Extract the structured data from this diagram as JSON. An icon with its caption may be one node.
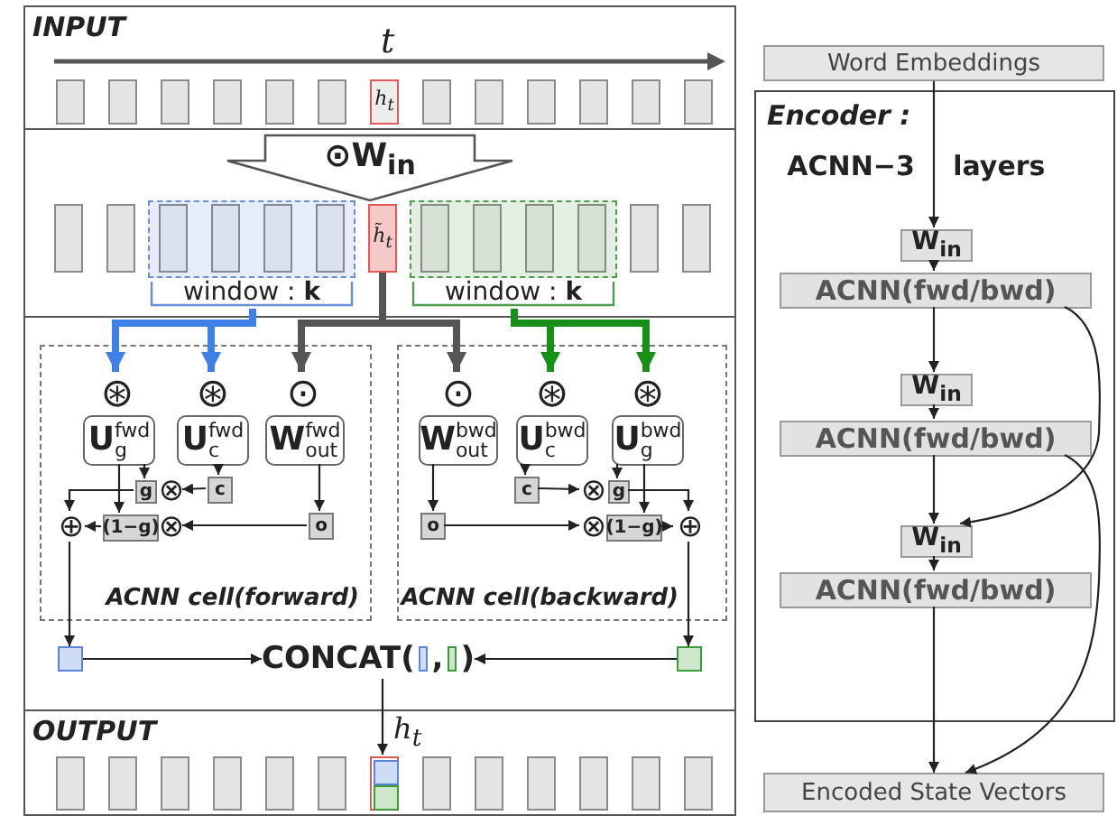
{
  "diagram": {
    "nodes": [
      {
        "text": [
          "INPUT"
        ]
      },
      {
        "text": [],
        "shape": "box",
        "in": 0
      },
      {
        "text": [],
        "shape": "box",
        "in": 0
      },
      {
        "text": [],
        "shape": "box",
        "in": 0
      },
      {
        "text": [],
        "shape": "box",
        "in": 0
      },
      {
        "text": [],
        "shape": "box",
        "in": 0
      },
      {
        "text": [],
        "shape": "box",
        "in": 0
      },
      {
        "text": [
          "h$_{t}$"
        ],
        "in": 0
      },
      {
        "text": [],
        "shape": "box",
        "in": 0
      },
      {
        "text": [],
        "shape": "box",
        "in": 0
      },
      {
        "text": [],
        "shape": "box",
        "in": 0
      },
      {
        "text": [],
        "shape": "box",
        "in": 0
      },
      {
        "text": [],
        "shape": "box",
        "in": 0
      },
      {
        "text": [],
        "shape": "box",
        "in": 0
      },
      {
        "text": [
          "⊙W$_{in}$"
        ]
      },
      {
        "text": [],
        "shape": "box"
      },
      {
        "text": [],
        "shape": "box"
      },
      {
        "text": [],
        "shape": "box",
        "beside": [
          "window : **k**"
        ]
      },
      {
        "text": [],
        "shape": "box",
        "in": 17
      },
      {
        "text": [],
        "shape": "box",
        "in": 17
      },
      {
        "text": [],
        "shape": "box",
        "in": 17
      },
      {
        "text": [],
        "shape": "box",
        "in": 17
      },
      {
        "text": [
          "h̃$_{t}$"
        ]
      },
      {
        "text": [],
        "shape": "box",
        "beside": [
          "window : **k**"
        ]
      },
      {
        "text": [],
        "shape": "box",
        "in": 23
      },
      {
        "text": [],
        "shape": "box",
        "in": 23
      },
      {
        "text": [],
        "shape": "box",
        "in": 23
      },
      {
        "text": [],
        "shape": "box",
        "in": 23
      },
      {
        "text": [],
        "shape": "box"
      },
      {
        "text": [],
        "shape": "box"
      },
      {
        "text": [
          "ACNN cell(forward)"
        ]
      },
      {
        "text": [
          "⊛"
        ],
        "in": 30
      },
      {
        "text": [
          "⊛"
        ],
        "in": 30
      },
      {
        "text": [
          "⊙"
        ],
        "in": 30
      },
      {
        "text": [
          "**U**$_{g}$$^{fwd}$"
        ],
        "in": 30
      },
      {
        "text": [
          "**U**$_{c}$$^{fwd}$"
        ],
        "in": 30
      },
      {
        "text": [
          "**W**$_{out}$$^{fwd}$"
        ],
        "in": 30
      },
      {
        "text": [
          "g"
        ],
        "in": 30
      },
      {
        "text": [
          "⊗"
        ],
        "in": 30
      },
      {
        "text": [
          "c"
        ],
        "in": 30
      },
      {
        "text": [
          "⊕"
        ],
        "in": 30
      },
      {
        "text": [
          "(1−g)"
        ],
        "in": 30
      },
      {
        "text": [
          "⊗"
        ],
        "in": 30
      },
      {
        "text": [
          "o"
        ],
        "in": 30
      },
      {
        "text": [
          "ACNN cell(backward)"
        ]
      },
      {
        "text": [
          "⊙"
        ],
        "in": 44
      },
      {
        "text": [
          "⊛"
        ],
        "in": 44
      },
      {
        "text": [
          "⊛"
        ],
        "in": 44
      },
      {
        "text": [
          "**W**$_{out}$$^{bwd}$"
        ],
        "in": 44
      },
      {
        "text": [
          "**U**$_{c}$$^{bwd}$"
        ],
        "in": 44
      },
      {
        "text": [
          "**U**$_{g}$$^{bwd}$"
        ],
        "in": 44
      },
      {
        "text": [
          "c"
        ],
        "in": 44
      },
      {
        "text": [
          "⊗"
        ],
        "in": 44
      },
      {
        "text": [
          "g"
        ],
        "in": 44
      },
      {
        "text": [
          "o"
        ],
        "in": 44
      },
      {
        "text": [
          "⊗"
        ],
        "in": 44
      },
      {
        "text": [
          "(1−g)"
        ],
        "in": 44
      },
      {
        "text": [
          "⊕"
        ],
        "in": 44
      },
      {
        "text": [],
        "shape": "box"
      },
      {
        "text": [
          "CONCAT(",
          ",",
          ")"
        ]
      },
      {
        "text": [],
        "shape": "box",
        "in": 59
      },
      {
        "text": [],
        "shape": "box",
        "in": 59
      },
      {
        "text": [],
        "shape": "box"
      },
      {
        "text": [
          "OUTPUT"
        ]
      },
      {
        "text": [],
        "shape": "box",
        "in": 63
      },
      {
        "text": [],
        "shape": "box",
        "in": 63
      },
      {
        "text": [],
        "shape": "box",
        "in": 63
      },
      {
        "text": [],
        "shape": "box",
        "in": 63
      },
      {
        "text": [],
        "shape": "box",
        "in": 63
      },
      {
        "text": [],
        "shape": "box",
        "in": 63
      },
      {
        "text": [],
        "shape": "box",
        "in": 63
      },
      {
        "text": [],
        "shape": "box",
        "in": 70
      },
      {
        "text": [],
        "shape": "box",
        "in": 70
      },
      {
        "text": [],
        "shape": "box",
        "in": 63
      },
      {
        "text": [],
        "shape": "box",
        "in": 63
      },
      {
        "text": [],
        "shape": "box",
        "in": 63
      },
      {
        "text": [],
        "shape": "box",
        "in": 63
      },
      {
        "text": [],
        "shape": "box",
        "in": 63
      },
      {
        "text": [],
        "shape": "box",
        "in": 63
      },
      {
        "text": [
          "Word Embeddings"
        ]
      },
      {
        "text": [
          "Encoder :",
          "ACNN−3 layers"
        ]
      },
      {
        "text": [
          "W$_{in}$"
        ],
        "in": 80
      },
      {
        "text": [
          "ACNN(fwd/bwd)"
        ],
        "in": 80
      },
      {
        "text": [
          "W$_{in}$"
        ],
        "in": 80
      },
      {
        "text": [
          "ACNN(fwd/bwd)"
        ],
        "in": 80
      },
      {
        "text": [
          "W$_{in}$"
        ],
        "in": 80
      },
      {
        "text": [
          "ACNN(fwd/bwd)"
        ],
        "in": 80
      },
      {
        "text": [
          "Encoded State Vectors"
        ]
      }
    ],
    "edges": [
      {
        "from": 17,
        "to": 31,
        "arrow": "to",
        "style": "thick",
        "color": "#3f7fe8"
      },
      {
        "from": 17,
        "to": 32,
        "arrow": "to",
        "style": "thick",
        "color": "#3f7fe8"
      },
      {
        "from": 22,
        "to": 33,
        "arrow": "to",
        "style": "thick",
        "color": "#555555"
      },
      {
        "from": 22,
        "to": 45,
        "arrow": "to",
        "style": "thick",
        "color": "#555555"
      },
      {
        "from": 23,
        "to": 46,
        "arrow": "to",
        "style": "thick",
        "color": "#169016"
      },
      {
        "from": 23,
        "to": 47,
        "arrow": "to",
        "style": "thick",
        "color": "#169016"
      },
      {
        "from": 34,
        "to": 37,
        "arrow": "to"
      },
      {
        "from": 34,
        "to": 41,
        "arrow": "to"
      },
      {
        "from": 35,
        "to": 39,
        "arrow": "to"
      },
      {
        "from": 36,
        "to": 43,
        "arrow": "to"
      },
      {
        "from": 39,
        "to": 38,
        "arrow": "to"
      },
      {
        "from": 37,
        "to": 40,
        "arrow": "to"
      },
      {
        "from": 43,
        "to": 42,
        "arrow": "to"
      },
      {
        "from": 41,
        "to": 40,
        "arrow": "to"
      },
      {
        "from": 40,
        "to": 58,
        "arrow": "to"
      },
      {
        "from": 48,
        "to": 54,
        "arrow": "to"
      },
      {
        "from": 49,
        "to": 51,
        "arrow": "to"
      },
      {
        "from": 50,
        "to": 53,
        "arrow": "to"
      },
      {
        "from": 50,
        "to": 56,
        "arrow": "to"
      },
      {
        "from": 51,
        "to": 52,
        "arrow": "to"
      },
      {
        "from": 53,
        "to": 57,
        "arrow": "to"
      },
      {
        "from": 54,
        "to": 55,
        "arrow": "to"
      },
      {
        "from": 56,
        "to": 57,
        "arrow": "to"
      },
      {
        "from": 57,
        "to": 62,
        "arrow": "to"
      },
      {
        "from": 58,
        "to": 59,
        "arrow": "to"
      },
      {
        "from": 62,
        "to": 59,
        "arrow": "to"
      },
      {
        "from": 59,
        "to": 70,
        "arrow": "to",
        "label": "h$_{t}$"
      },
      {
        "from": 79,
        "to": 81,
        "arrow": "to"
      },
      {
        "from": 81,
        "to": 82,
        "arrow": "to"
      },
      {
        "from": 82,
        "to": 83,
        "arrow": "to"
      },
      {
        "from": 83,
        "to": 84,
        "arrow": "to"
      },
      {
        "from": 84,
        "to": 85,
        "arrow": "to"
      },
      {
        "from": 85,
        "to": 86,
        "arrow": "to"
      },
      {
        "from": 86,
        "to": 87,
        "arrow": "to"
      },
      {
        "from": 82,
        "to": 85,
        "arrow": "to"
      },
      {
        "from": 84,
        "to": 87,
        "arrow": "to"
      }
    ],
    "labels": [
      "t"
    ]
  }
}
